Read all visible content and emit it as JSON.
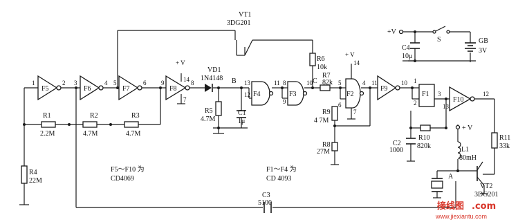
{
  "gates": {
    "f5": "F5",
    "f6": "F6",
    "f7": "F7",
    "f8": "F8",
    "f4": "F4",
    "f3": "F3",
    "f2": "F2",
    "f9": "F9",
    "f1": "F1",
    "f10": "F10"
  },
  "pins": {
    "f5_in": "1",
    "f5_out": "2",
    "f6_in": "3",
    "f6_out": "4",
    "f7_in": "5",
    "f7_out": "6",
    "f8_in": "9",
    "f8_vcc": "14",
    "f8_out": "8",
    "f8_gnd": "7",
    "f4_in_a": "13",
    "f4_in_b": "12",
    "f4_out": "11",
    "f3_in_a": "8",
    "f3_in_b": "9",
    "f3_out": "10",
    "f2_in_a": "5",
    "f2_in_b": "6",
    "f2_vcc": "14",
    "f2_out": "4",
    "f2_gnd": "7",
    "f9_in": "11",
    "f9_out": "10",
    "f1_in_a": "1",
    "f1_in_b": "2",
    "f1_out": "3",
    "f10_in": "13",
    "f10_out": "12"
  },
  "components": {
    "vt1_name": "VT1",
    "vt1_type": "3DG201",
    "vd1_name": "VD1",
    "vd1_type": "1N4148",
    "r1_name": "R1",
    "r1_value": "2.2M",
    "r2_name": "R2",
    "r2_value": "4.7M",
    "r3_name": "R3",
    "r3_value": "4.7M",
    "r4_name": "R4",
    "r4_value": "22M",
    "r5_name": "R5",
    "r5_value": "4.7M",
    "c1_name": "C1",
    "c1_value": "1μ",
    "r6_name": "R6",
    "r6_value": "10k",
    "r7_name": "R7",
    "r7_value": "82k",
    "r9_name": "R9",
    "r9_value": "4 7M",
    "r8_name": "R8",
    "r8_value": "27M",
    "c4_name": "C4",
    "c4_value": "10μ",
    "s_name": "S",
    "gb_name": "GB",
    "gb_value": "3V",
    "c2_name": "C2",
    "c2_value": "1000",
    "r10_name": "R10",
    "r10_value": "820k",
    "r11_name": "R11",
    "r11_value": "33k",
    "l1_name": "L1",
    "l1_value": "80mH",
    "vt2_name": "VT2",
    "vt2_type": "3DG201",
    "c3_name": "C3",
    "c3_value": "5100"
  },
  "nodes": {
    "b": "B",
    "c": "C",
    "a": "A"
  },
  "supply": {
    "vplus": "+ V",
    "vplus_short": "+V"
  },
  "notes": {
    "f5_f10_range": "F5～F10 为",
    "f5_f10_chip": "CD4069",
    "f1_f4_range": "F1～F4  为",
    "f1_f4_chip": "CD 4093"
  },
  "watermark": {
    "text": "接线图",
    "com": ".com",
    "url": "www.jiexiantu.com"
  }
}
